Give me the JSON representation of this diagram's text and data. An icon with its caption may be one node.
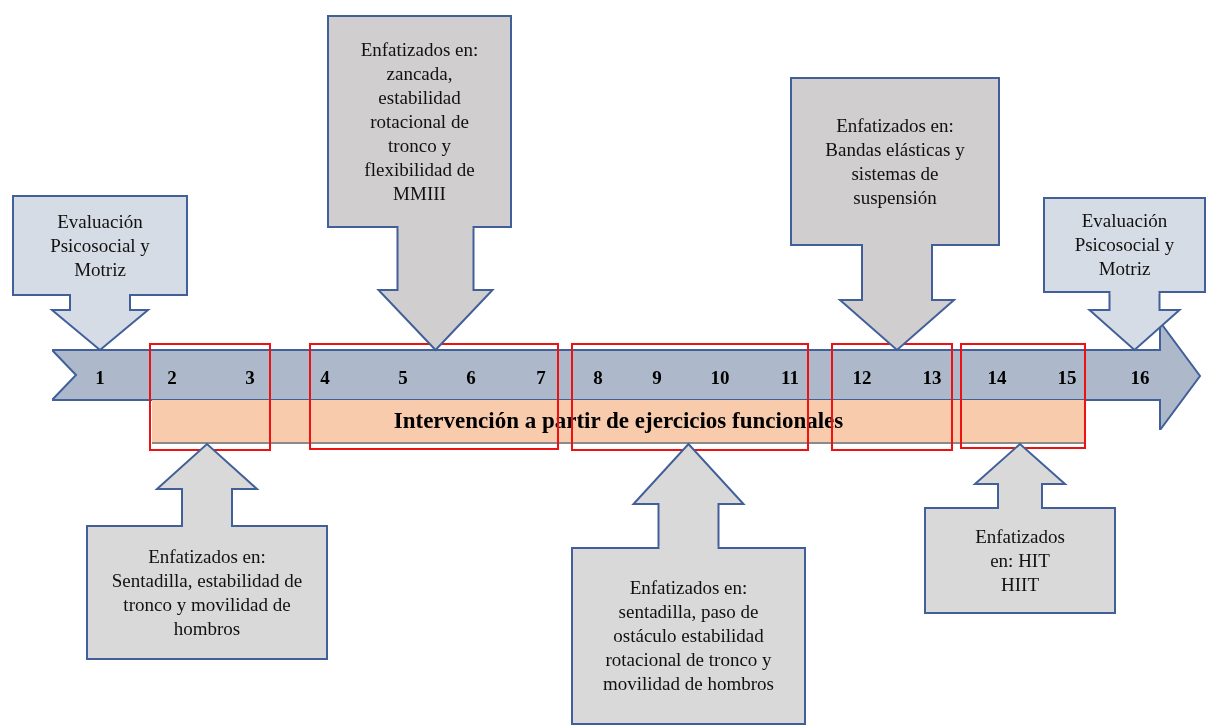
{
  "diagram": {
    "nodes": [
      {
        "text": [
          "Evaluación Psicosocial y Motriz"
        ]
      },
      {
        "text": [
          "Enfatizados en: zancada, estabilidad rotacional de tronco y flexibilidad de MMIII"
        ]
      },
      {
        "text": [
          "Enfatizados en: Bandas elásticas y sistemas de suspensión"
        ]
      },
      {
        "text": [
          "Evaluación Psicosocial y Motriz"
        ]
      },
      {
        "text": [],
        "shape": "bar"
      },
      {
        "text": [
          "Intervención a partir de ejercicios funcionales"
        ]
      },
      {
        "text": [
          "Enfatizados en: Sentadilla, estabilidad de tronco y movilidad de hombros"
        ]
      },
      {
        "text": [
          "Enfatizados en: sentadilla, paso de ostáculo estabilidad rotacional de tronco y movilidad de hombros"
        ]
      },
      {
        "text": [
          "Enfatizados en: HIT HIIT"
        ]
      }
    ],
    "edges": [
      {
        "from": 0,
        "to": 4,
        "arrow": "to"
      },
      {
        "from": 1,
        "to": 4,
        "arrow": "to"
      },
      {
        "from": 2,
        "to": 4,
        "arrow": "to"
      },
      {
        "from": 3,
        "to": 4,
        "arrow": "to"
      },
      {
        "from": 6,
        "to": 5,
        "arrow": "to"
      },
      {
        "from": 7,
        "to": 5,
        "arrow": "to"
      },
      {
        "from": 8,
        "to": 5,
        "arrow": "to"
      }
    ],
    "labels": [
      "1",
      "2",
      "3",
      "4",
      "5",
      "6",
      "7",
      "8",
      "9",
      "10",
      "11",
      "12",
      "13",
      "14",
      "15",
      "16"
    ]
  }
}
